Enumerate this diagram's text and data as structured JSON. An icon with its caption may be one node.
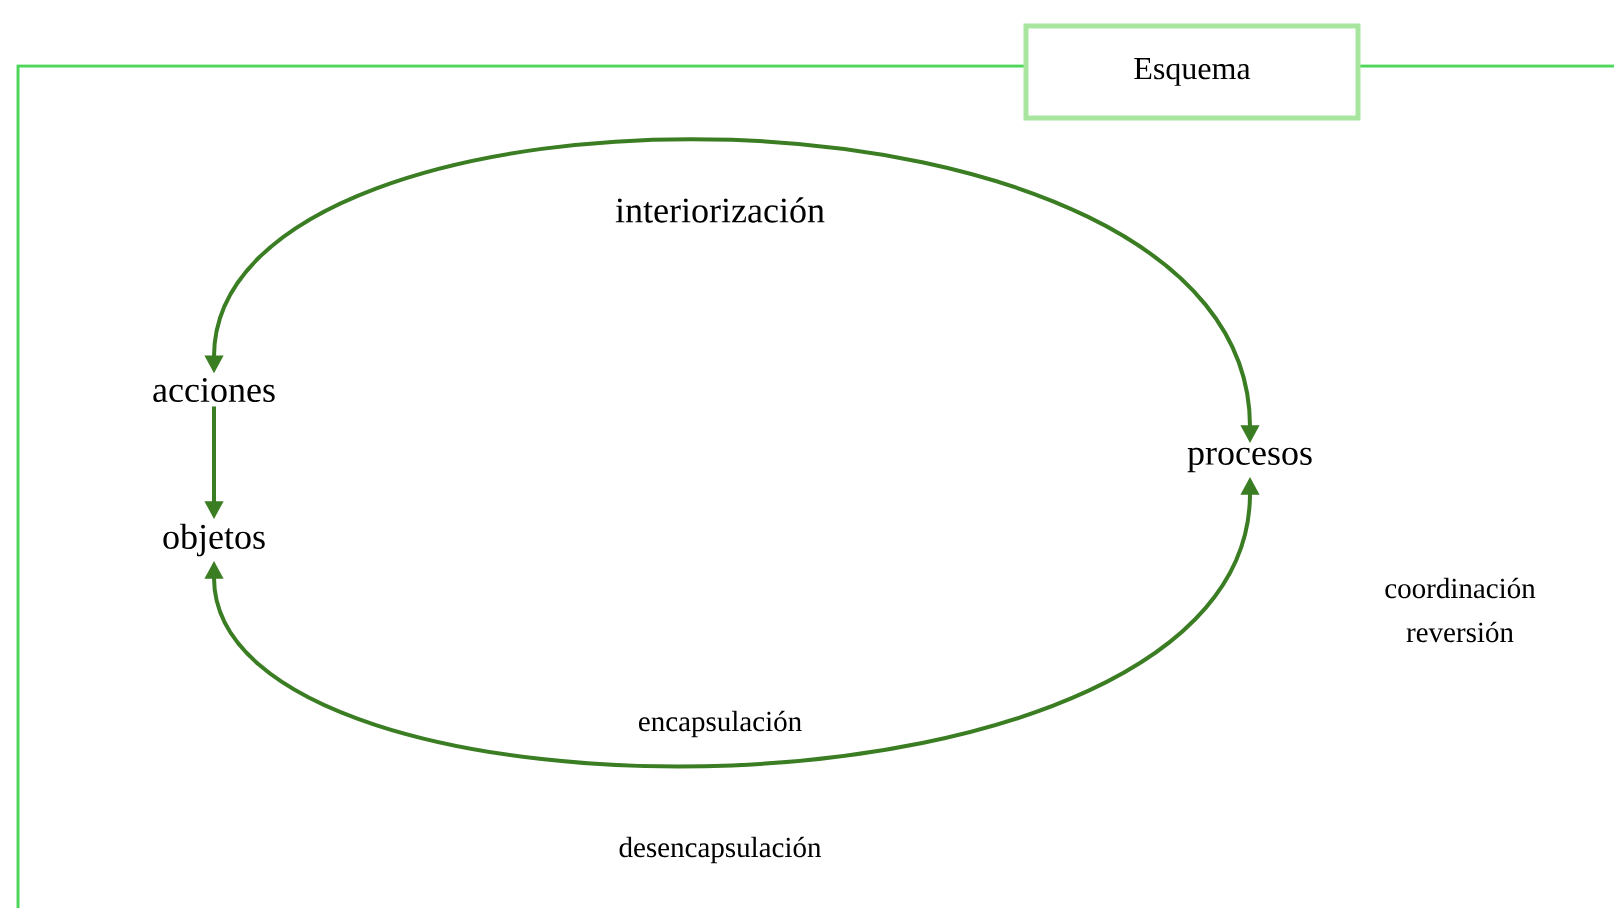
{
  "diagram": {
    "nodes": [
      {
        "text": [
          "Esquema"
        ]
      },
      {
        "text": [
          "acciones"
        ]
      },
      {
        "text": [
          "objetos"
        ]
      },
      {
        "text": [
          "procesos"
        ]
      }
    ],
    "edges": [
      {
        "from": 1,
        "to": 3,
        "arrow": "both",
        "label": "interiorización"
      },
      {
        "from": 1,
        "to": 2,
        "arrow": "to"
      },
      {
        "from": 2,
        "to": 3,
        "arrow": "both",
        "label": "encapsulación"
      }
    ],
    "labels": [
      "coordinación reversión",
      "desencapsulación"
    ]
  }
}
